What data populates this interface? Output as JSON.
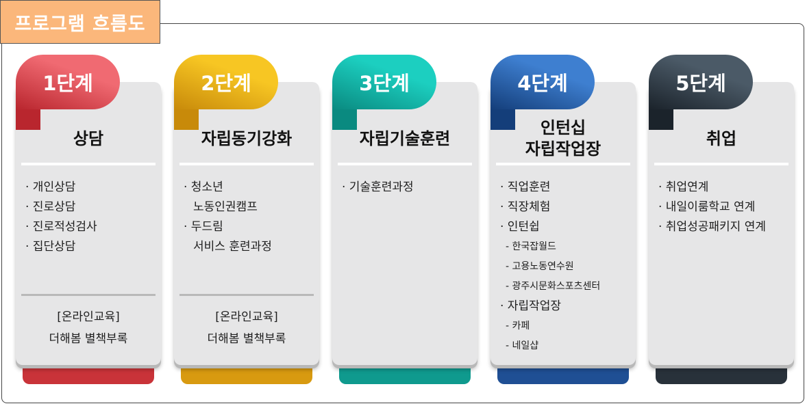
{
  "title": "프로그램 흐름도",
  "stages": [
    {
      "badge": "1단계",
      "heading": "상담",
      "items": [
        {
          "text": "· 개인상담",
          "kind": "item"
        },
        {
          "text": "· 진로상담",
          "kind": "item"
        },
        {
          "text": "· 진로적성검사",
          "kind": "item"
        },
        {
          "text": "· 집단상담",
          "kind": "item"
        }
      ],
      "online_line1": "[온라인교육]",
      "online_line2": "더해봄 별책부록",
      "colors": {
        "from": "#f06a72",
        "to": "#b9262e",
        "base": "#c93339"
      }
    },
    {
      "badge": "2단계",
      "heading": "자립동기강화",
      "items": [
        {
          "text": "· 청소년",
          "kind": "item"
        },
        {
          "text": "노동인권캠프",
          "kind": "cont"
        },
        {
          "text": "· 두드림",
          "kind": "item"
        },
        {
          "text": "서비스 훈련과정",
          "kind": "cont"
        }
      ],
      "online_line1": "[온라인교육]",
      "online_line2": "더해봄 별책부록",
      "colors": {
        "from": "#f7c623",
        "to": "#c88a0a",
        "base": "#d89a10"
      }
    },
    {
      "badge": "3단계",
      "heading": "자립기술훈련",
      "items": [
        {
          "text": "· 기술훈련과정",
          "kind": "item"
        }
      ],
      "online_line1": "",
      "online_line2": "",
      "colors": {
        "from": "#1ccfc0",
        "to": "#0a8a80",
        "base": "#0f9a8e"
      }
    },
    {
      "badge": "4단계",
      "heading": "인턴십\n자립작업장",
      "items": [
        {
          "text": "· 직업훈련",
          "kind": "item"
        },
        {
          "text": "· 직장체험",
          "kind": "item"
        },
        {
          "text": "· 인턴쉽",
          "kind": "item"
        },
        {
          "text": "- 한국잡월드",
          "kind": "sub"
        },
        {
          "text": "- 고용노동연수원",
          "kind": "sub"
        },
        {
          "text": "- 광주시문화스포츠센터",
          "kind": "sub"
        },
        {
          "text": "· 자립작업장",
          "kind": "item"
        },
        {
          "text": "- 카페",
          "kind": "sub"
        },
        {
          "text": "- 네일샵",
          "kind": "sub"
        }
      ],
      "online_line1": "",
      "online_line2": "",
      "colors": {
        "from": "#3e7fd0",
        "to": "#143e7a",
        "base": "#1f4f94"
      }
    },
    {
      "badge": "5단계",
      "heading": "취업",
      "items": [
        {
          "text": "· 취업연계",
          "kind": "item"
        },
        {
          "text": "· 내일이룸학교 연계",
          "kind": "item"
        },
        {
          "text": "· 취업성공패키지 연계",
          "kind": "item"
        }
      ],
      "online_line1": "",
      "online_line2": "",
      "colors": {
        "from": "#4b5a67",
        "to": "#1b232b",
        "base": "#28313a"
      }
    }
  ]
}
